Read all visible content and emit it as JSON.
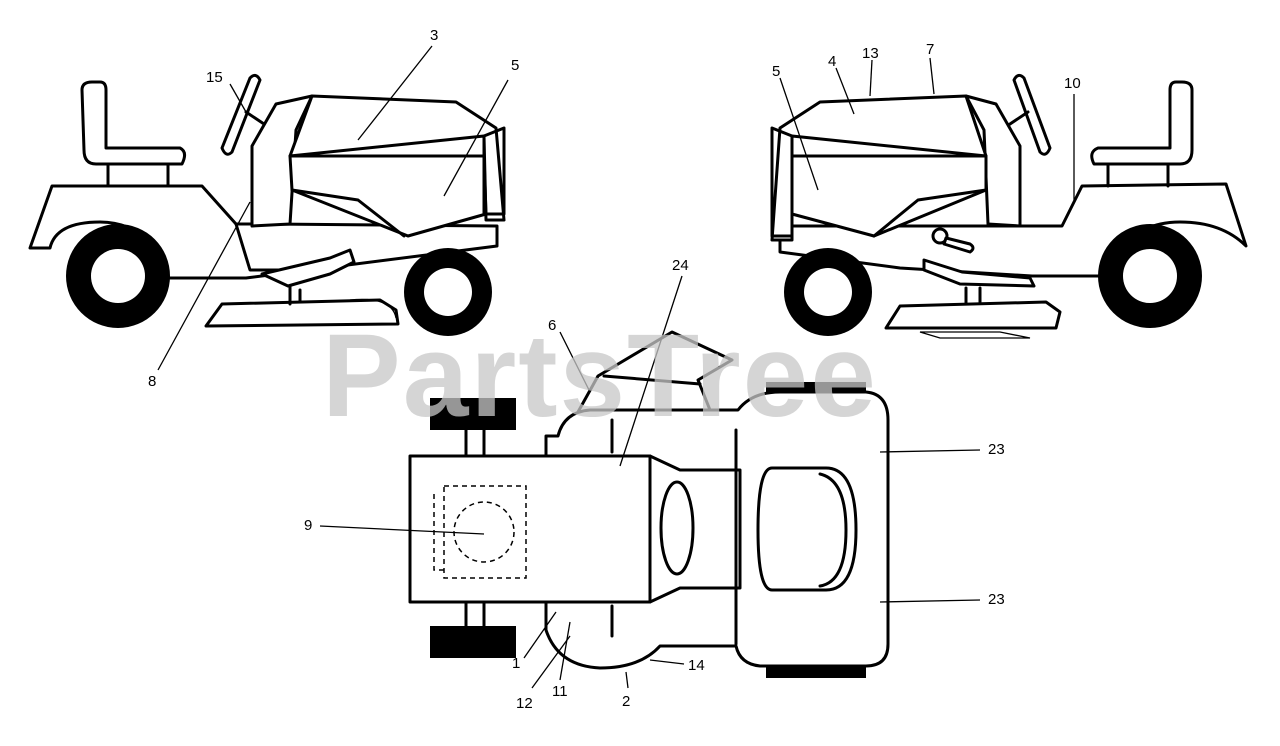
{
  "watermark": {
    "text": "PartsTree"
  },
  "callouts": {
    "c1": "1",
    "c2": "2",
    "c3": "3",
    "c4": "4",
    "c5_left": "5",
    "c5_right": "5",
    "c6": "6",
    "c7": "7",
    "c8": "8",
    "c9": "9",
    "c10": "10",
    "c11": "11",
    "c12": "12",
    "c13": "13",
    "c14": "14",
    "c15": "15",
    "c23_top": "23",
    "c23_bottom": "23",
    "c24": "24"
  }
}
